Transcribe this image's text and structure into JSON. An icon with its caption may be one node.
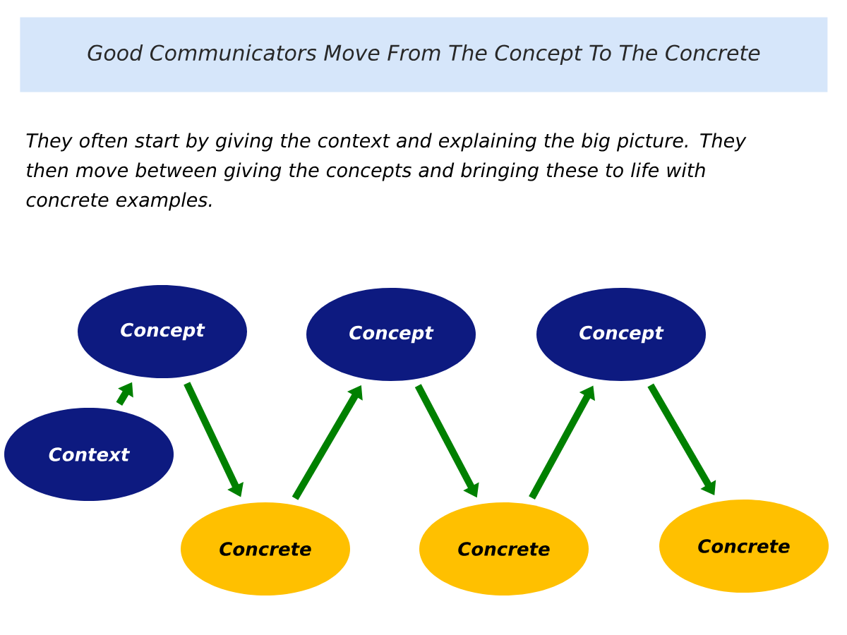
{
  "diagram": {
    "title": "Good Communicators Move From The Concept To The Concrete",
    "nodes": [
      {
        "text": [
          "Concept"
        ]
      },
      {
        "text": [
          "Context"
        ]
      },
      {
        "text": [
          "Concrete"
        ]
      },
      {
        "text": [
          "Concept"
        ]
      },
      {
        "text": [
          "Concrete"
        ]
      },
      {
        "text": [
          "Concept"
        ]
      },
      {
        "text": [
          "Concrete"
        ]
      }
    ],
    "edges": [
      {
        "from": 1,
        "to": 0,
        "arrow": "to"
      },
      {
        "from": 0,
        "to": 2,
        "arrow": "to"
      },
      {
        "from": 2,
        "to": 3,
        "arrow": "to"
      },
      {
        "from": 3,
        "to": 4,
        "arrow": "to"
      },
      {
        "from": 4,
        "to": 5,
        "arrow": "to"
      },
      {
        "from": 5,
        "to": 6,
        "arrow": "to"
      }
    ],
    "labels": [
      "They often start by giving the context and explaining the big picture. They then move between giving the concepts and bringing these to life with concrete examples."
    ]
  }
}
